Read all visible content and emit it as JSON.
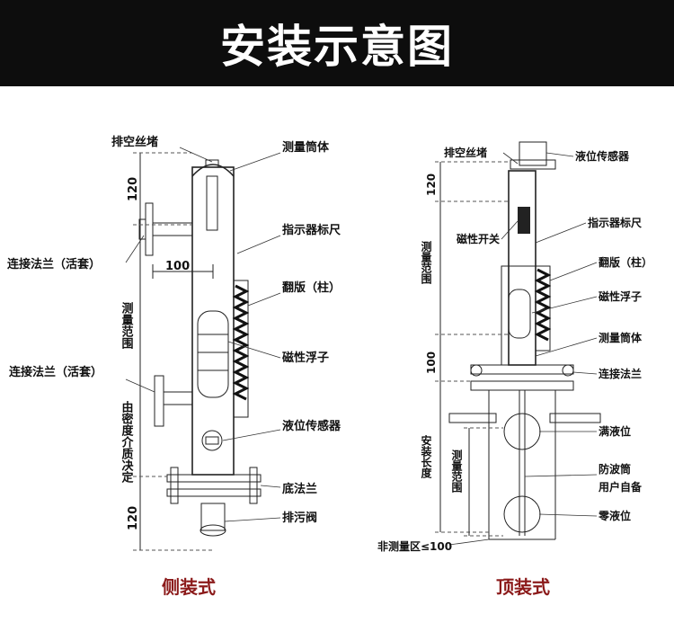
{
  "banner": {
    "title": "安装示意图"
  },
  "colors": {
    "banner_bg": "#0d0d0d",
    "caption": "#8b1a1a"
  },
  "side": {
    "caption": "侧装式",
    "labels": {
      "vent_plug": "排空丝堵",
      "body_tube": "测量筒体",
      "indicator_scale": "指示器标尺",
      "flange_top": "连接法兰（活套）",
      "flap": "翻版（柱）",
      "float": "磁性浮子",
      "flange_bottom": "连接法兰（活套）",
      "sensor": "液位传感器",
      "base_flange": "底法兰",
      "drain_valve": "排污阀"
    },
    "dims": {
      "top": "120",
      "offset": "100",
      "range": "测量范围",
      "density": "由密度介质决定",
      "bottom": "120"
    }
  },
  "top": {
    "caption": "顶装式",
    "labels": {
      "vent_plug": "排空丝堵",
      "sensor": "液位传感器",
      "indicator_scale": "指示器标尺",
      "magnetic_switch": "磁性开关",
      "flap": "翻版（柱）",
      "float": "磁性浮子",
      "body_tube": "测量筒体",
      "flange": "连接法兰",
      "full_level": "满液位",
      "wave_tube_line1": "防波筒",
      "wave_tube_line2": "用户自备",
      "zero_level": "零液位"
    },
    "dims": {
      "top": "120",
      "range": "测量范围",
      "offset": "100",
      "install_length": "安装长度",
      "inner_range": "测量范围",
      "non_measure": "非测量区≤100"
    }
  }
}
